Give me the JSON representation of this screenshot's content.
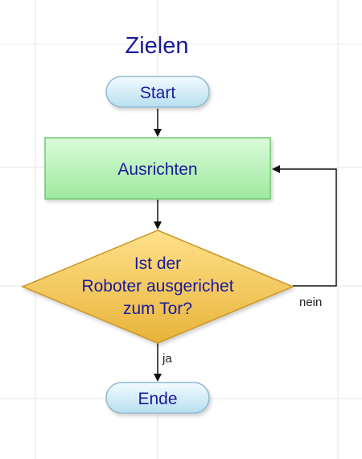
{
  "diagram": {
    "title": "Zielen",
    "nodes": {
      "start": {
        "label": "Start",
        "shape": "terminator"
      },
      "align": {
        "label": "Ausrichten",
        "shape": "process"
      },
      "decision": {
        "label_lines": [
          "Ist der",
          "Roboter ausgerichet",
          "zum Tor?"
        ],
        "shape": "decision"
      },
      "end": {
        "label": "Ende",
        "shape": "terminator"
      }
    },
    "edges": {
      "start_to_align": {
        "from": "Start",
        "to": "Ausrichten"
      },
      "align_to_decision": {
        "from": "Ausrichten",
        "to": "Ist der Roboter ausgerichet zum Tor?"
      },
      "decision_yes": {
        "from": "Ist der Roboter ausgerichet zum Tor?",
        "to": "Ende",
        "label": "ja"
      },
      "decision_no": {
        "from": "Ist der Roboter ausgerichet zum Tor?",
        "to": "Ausrichten",
        "label": "nein"
      }
    },
    "colors": {
      "grid": "#e6e6e6",
      "text": "#1a1a9a",
      "terminator_fill_top": "#f2fbff",
      "terminator_fill_bottom": "#b8dff0",
      "terminator_stroke": "#8fb9cf",
      "process_fill_top": "#d9fcd9",
      "process_fill_bottom": "#9ee89e",
      "process_stroke": "#73c873",
      "decision_fill_top": "#ffe08a",
      "decision_fill_bottom": "#e8b43a",
      "decision_stroke": "#c9982a",
      "connector": "#111111"
    }
  }
}
